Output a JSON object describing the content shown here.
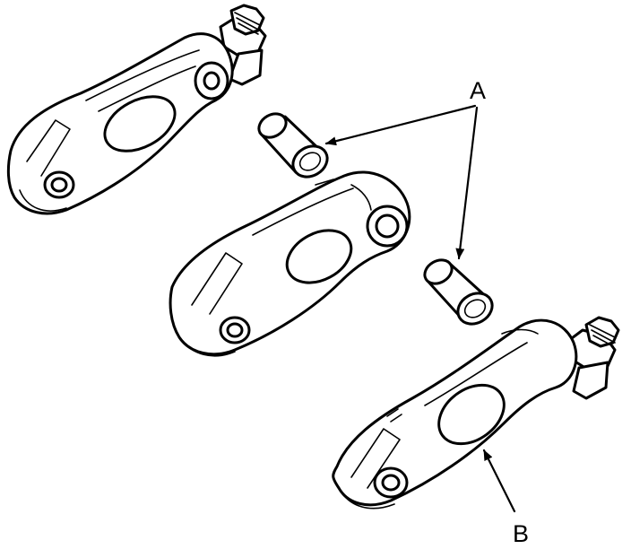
{
  "callouts": [
    {
      "id": "A",
      "label": "A"
    },
    {
      "id": "B",
      "label": "B"
    }
  ],
  "colors": {
    "ink": "#000000",
    "paper": "#ffffff"
  }
}
